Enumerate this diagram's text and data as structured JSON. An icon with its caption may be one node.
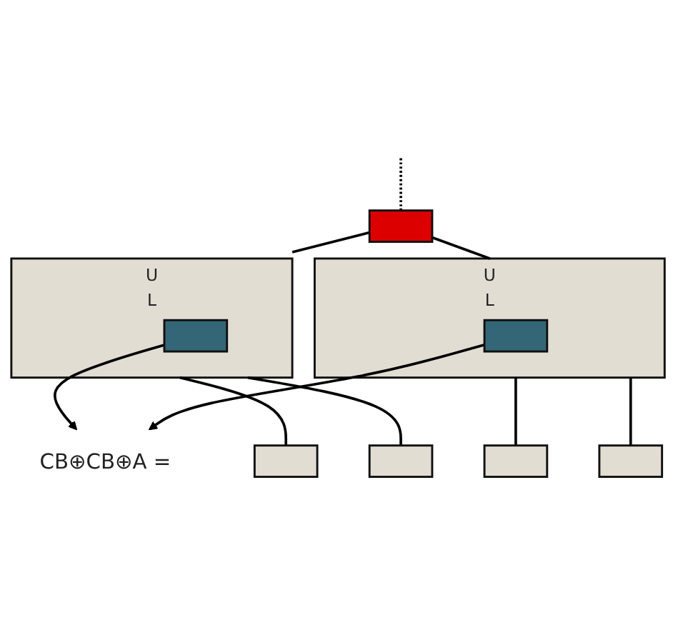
{
  "diagram": {
    "nodes": [
      {
        "text": [],
        "shape": "box"
      },
      {
        "text": [
          "CB⊕CB⊕A ="
        ]
      },
      {
        "text": [
          "U",
          "L"
        ]
      },
      {
        "text": [],
        "shape": "box",
        "in": 2
      },
      {
        "text": [
          "U",
          "L"
        ]
      },
      {
        "text": [],
        "shape": "box",
        "in": 4
      },
      {
        "text": [],
        "shape": "box"
      },
      {
        "text": [],
        "shape": "box"
      },
      {
        "text": [],
        "shape": "box"
      },
      {
        "text": [],
        "shape": "box"
      }
    ],
    "edges": [
      {
        "from": 0,
        "to": null,
        "arrow": "none",
        "style": "dashed"
      },
      {
        "from": 0,
        "to": 2,
        "arrow": "none"
      },
      {
        "from": 0,
        "to": 4,
        "arrow": "none"
      },
      {
        "from": 2,
        "to": 6,
        "arrow": "none"
      },
      {
        "from": 2,
        "to": 7,
        "arrow": "none"
      },
      {
        "from": 4,
        "to": 8,
        "arrow": "none"
      },
      {
        "from": 4,
        "to": 9,
        "arrow": "none"
      },
      {
        "from": 3,
        "to": 1,
        "arrow": "to"
      },
      {
        "from": 5,
        "to": 1,
        "arrow": "to"
      }
    ]
  }
}
